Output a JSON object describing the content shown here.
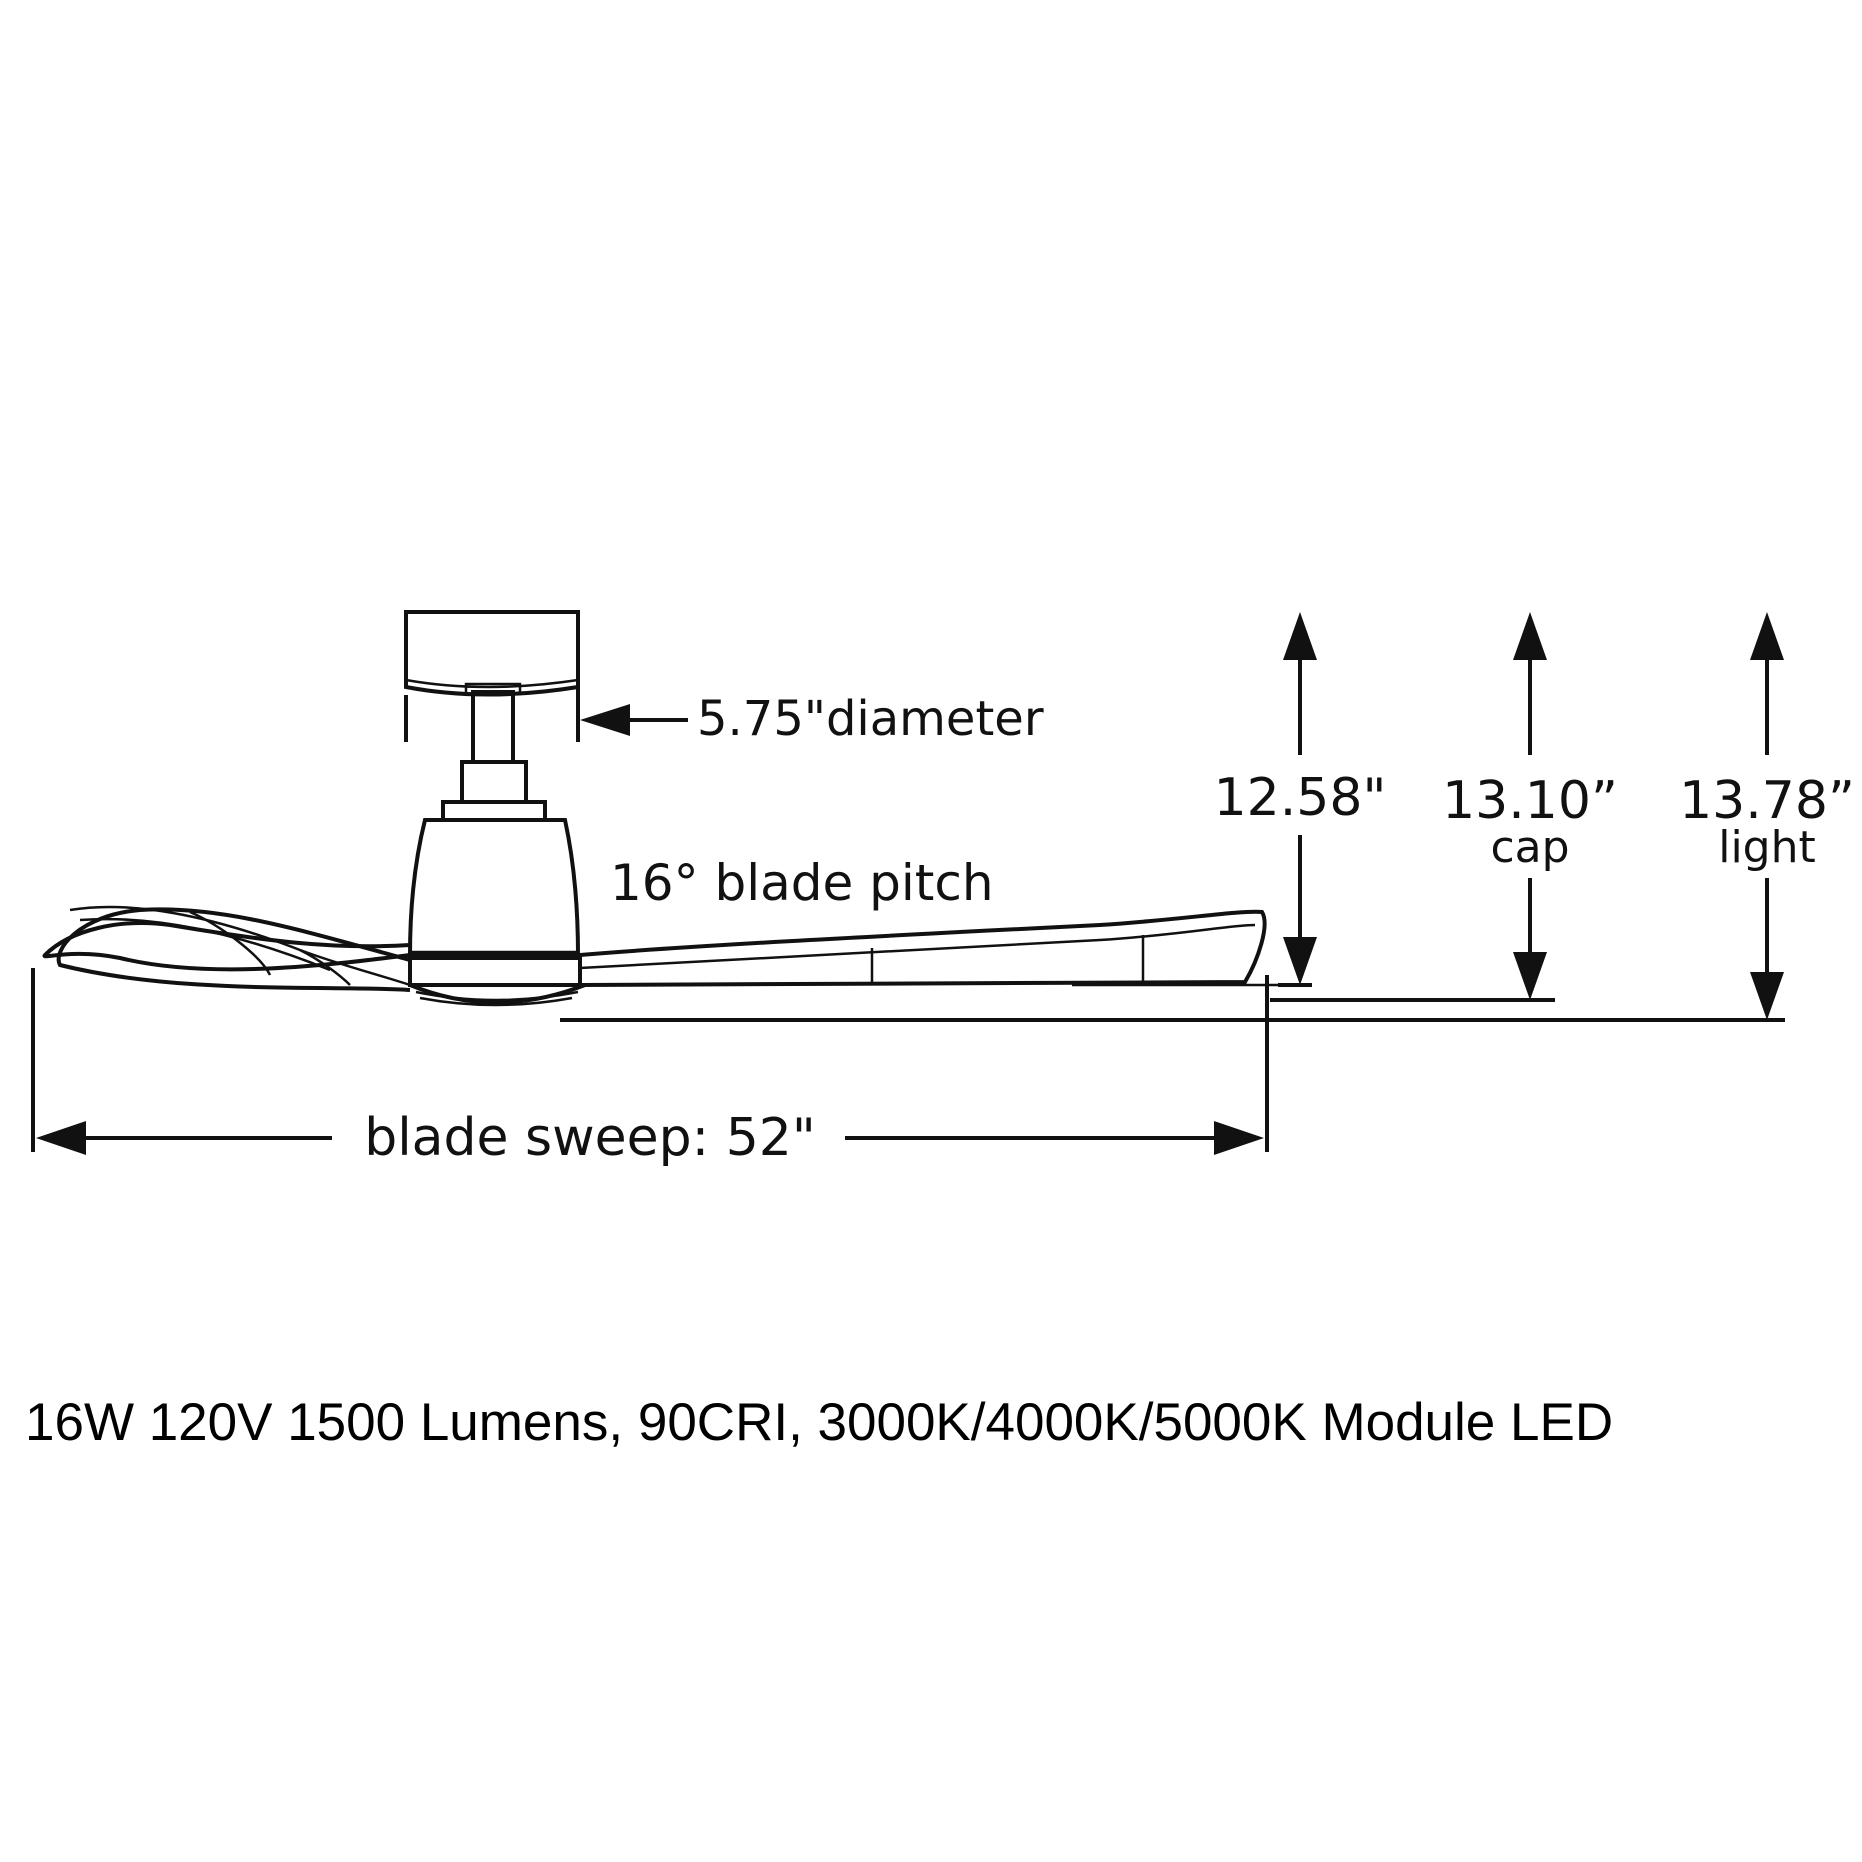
{
  "diagram": {
    "canopy_diameter": "5.75\"diameter",
    "blade_pitch": "16° blade pitch",
    "blade_sweep": "blade sweep: 52\"",
    "heights": [
      {
        "value": "12.58\"",
        "sub": ""
      },
      {
        "value": "13.10”",
        "sub": "cap"
      },
      {
        "value": "13.78”",
        "sub": "light"
      }
    ]
  },
  "specs": "16W 120V 1500 Lumens, 90CRI, 3000K/4000K/5000K Module LED"
}
